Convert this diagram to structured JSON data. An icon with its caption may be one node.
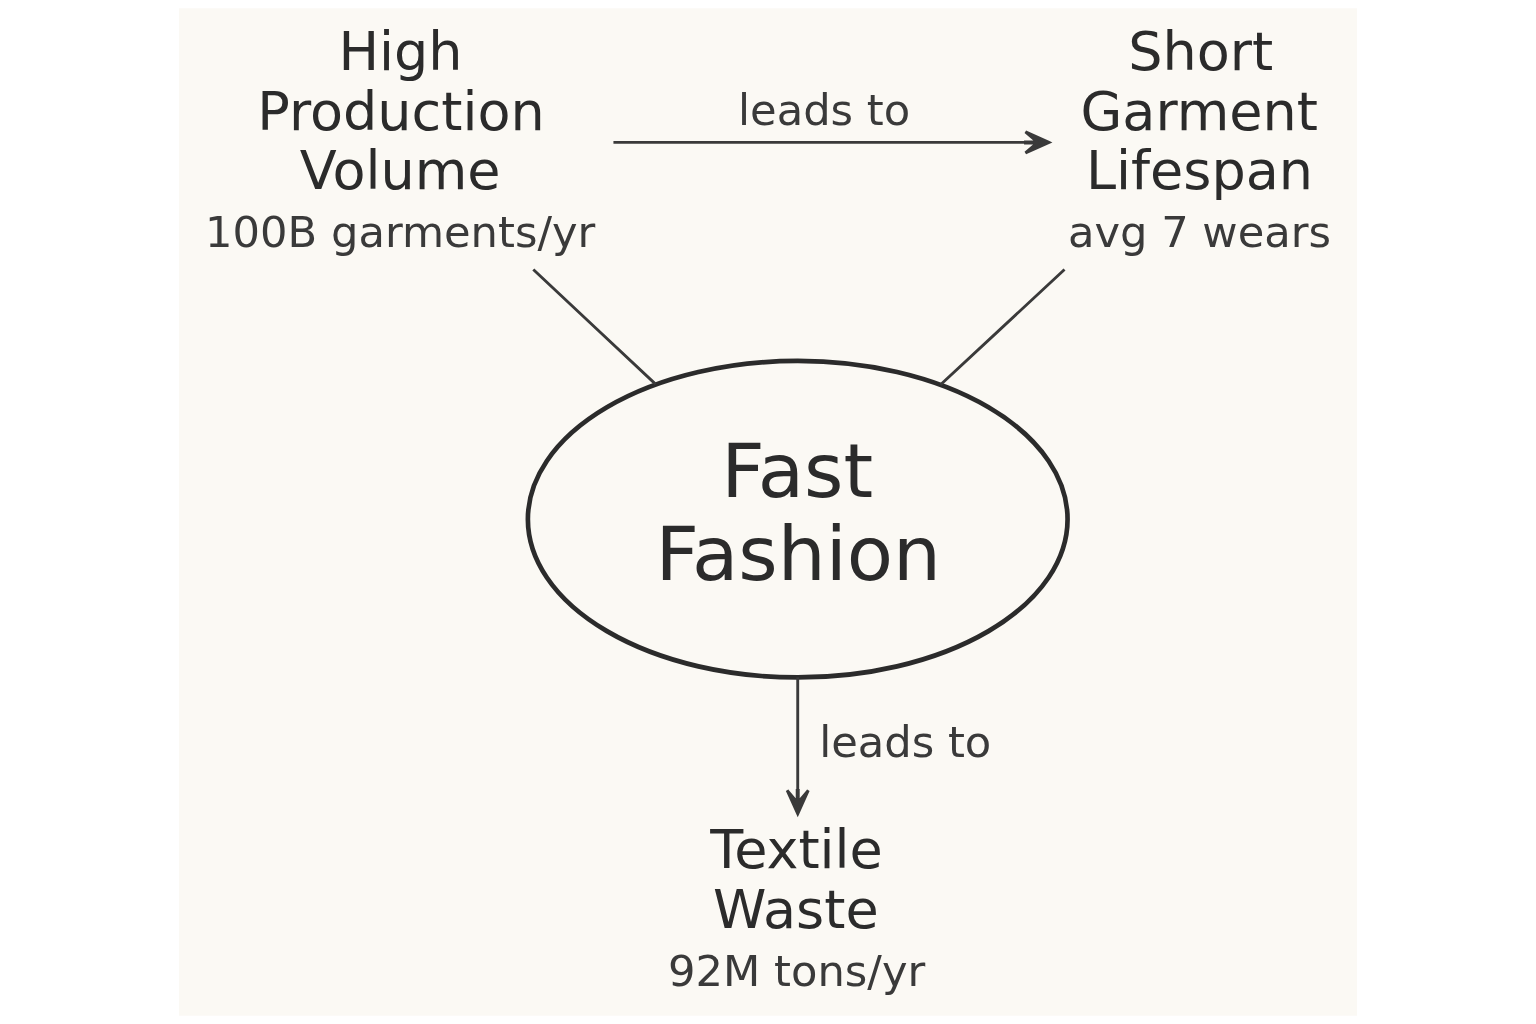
{
  "diagram": {
    "nodes": [
      {
        "text": [
          "High Production Volume"
        ],
        "beside": [
          "100B garments/yr"
        ]
      },
      {
        "text": [
          "Short Garment Lifespan"
        ],
        "beside": [
          "avg 7 wears"
        ]
      },
      {
        "text": [
          "Fast Fashion"
        ]
      },
      {
        "text": [
          "Textile Waste"
        ],
        "beside": [
          "92M tons/yr"
        ]
      }
    ],
    "edges": [
      {
        "from": 0,
        "to": 1,
        "arrow": "to",
        "label": "leads to"
      },
      {
        "from": 0,
        "to": 2,
        "arrow": "none"
      },
      {
        "from": 1,
        "to": 2,
        "arrow": "none"
      },
      {
        "from": 2,
        "to": 3,
        "arrow": "to",
        "label": "leads to"
      }
    ]
  }
}
